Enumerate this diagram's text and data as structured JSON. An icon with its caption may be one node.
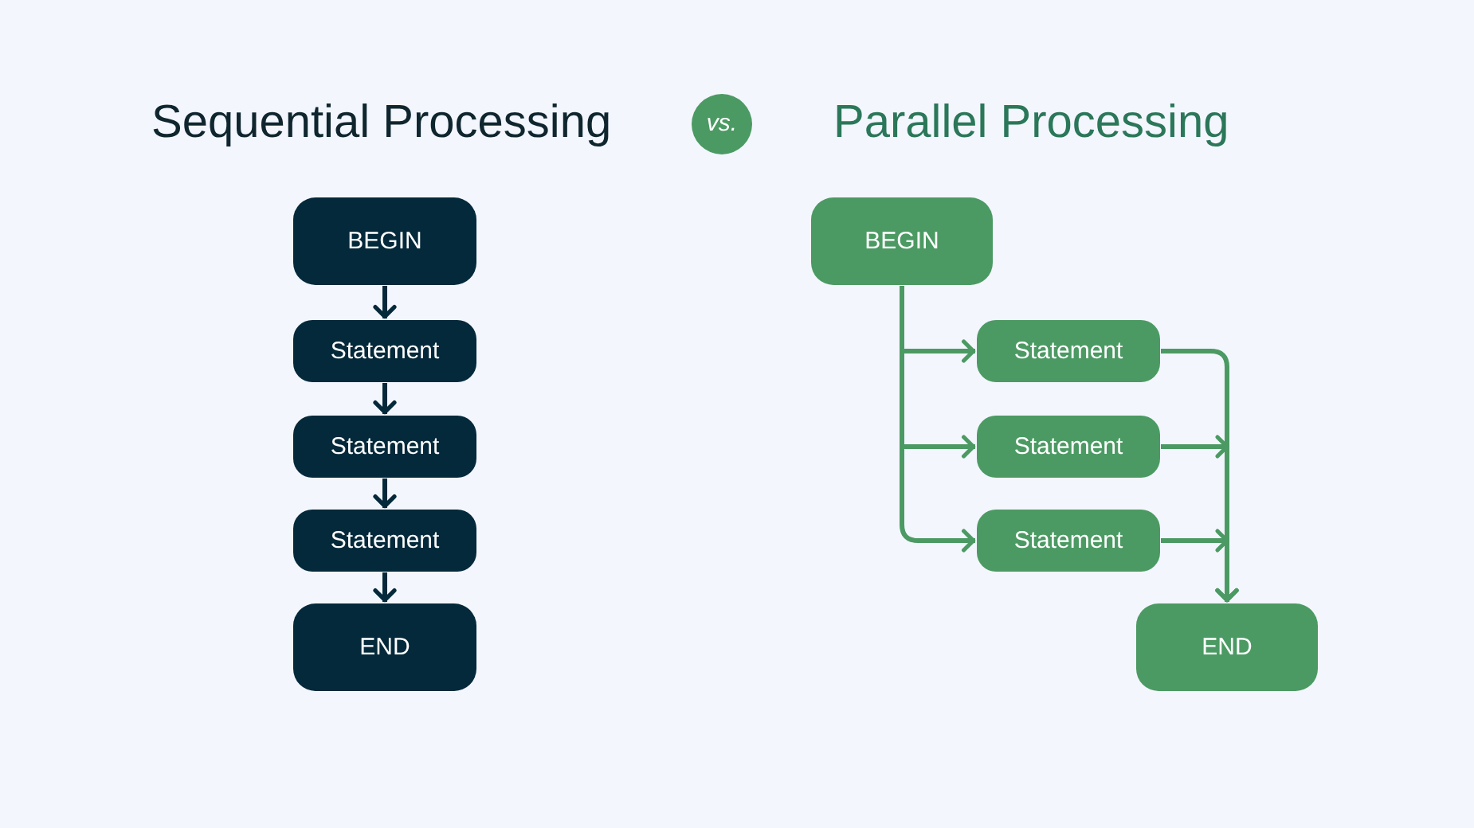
{
  "diagram": {
    "nodes": [
      {
        "text": [
          "vs."
        ]
      },
      {
        "text": [
          "BEGIN"
        ]
      },
      {
        "text": [
          "Statement"
        ]
      },
      {
        "text": [
          "Statement"
        ]
      },
      {
        "text": [
          "Statement"
        ]
      },
      {
        "text": [
          "END"
        ]
      },
      {
        "text": [
          "BEGIN"
        ]
      },
      {
        "text": [
          "Statement"
        ]
      },
      {
        "text": [
          "Statement"
        ]
      },
      {
        "text": [
          "Statement"
        ]
      },
      {
        "text": [
          "END"
        ]
      }
    ],
    "edges": [
      {
        "from": 1,
        "to": 2,
        "arrow": "to",
        "color": "#04293a"
      },
      {
        "from": 2,
        "to": 3,
        "arrow": "to",
        "color": "#04293a"
      },
      {
        "from": 3,
        "to": 4,
        "arrow": "to",
        "color": "#04293a"
      },
      {
        "from": 4,
        "to": 5,
        "arrow": "to",
        "color": "#04293a"
      },
      {
        "from": 6,
        "to": 7,
        "arrow": "to"
      },
      {
        "from": 6,
        "to": 8,
        "arrow": "to"
      },
      {
        "from": 6,
        "to": 9,
        "arrow": "to"
      },
      {
        "from": 7,
        "to": 10,
        "arrow": "to"
      },
      {
        "from": 8,
        "to": 10,
        "arrow": "to"
      },
      {
        "from": 9,
        "to": 10,
        "arrow": "to"
      }
    ],
    "labels": [
      "Sequential Processing",
      "Parallel Processing"
    ]
  }
}
